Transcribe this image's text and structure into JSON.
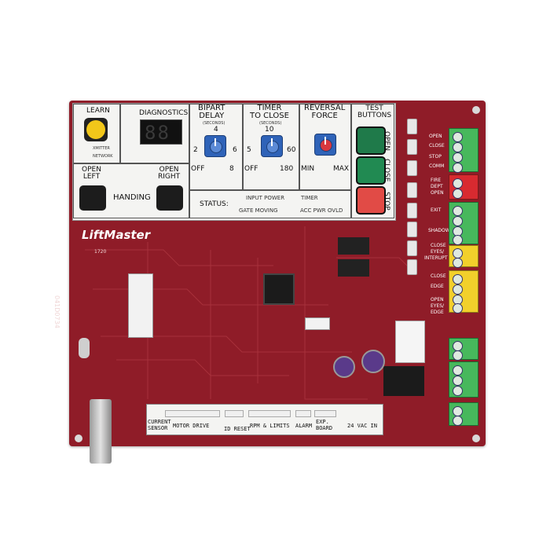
{
  "panel": {
    "learn": "LEARN",
    "xmitter": "XMITTER",
    "network": "NETWORK",
    "diagnostics": "DIAGNOSTICS",
    "digits": "88",
    "bipart_title": "BIPART\nDELAY",
    "bipart_unit": "(SECONDS)",
    "bipart_val": "4",
    "bipart_min": "2",
    "bipart_max": "6",
    "bipart_off": "OFF",
    "bipart_end": "8",
    "timer_title": "TIMER\nTO CLOSE",
    "timer_unit": "(SECONDS)",
    "timer_val": "10",
    "timer_min": "5",
    "timer_max": "60",
    "timer_off": "OFF",
    "timer_end": "180",
    "reversal_title": "REVERSAL\nFORCE",
    "reversal_min": "MIN",
    "reversal_max": "MAX",
    "test_title": "TEST\nBUTTONS",
    "open": "OPEN",
    "close": "CLOSE",
    "stop": "STOP",
    "open_left": "OPEN\nLEFT",
    "open_right": "OPEN\nRIGHT",
    "handing": "HANDING",
    "status": "STATUS:",
    "input_power": "INPUT POWER",
    "timer": "TIMER",
    "gate_moving": "GATE MOVING",
    "acc_pwr_ovld": "ACC PWR OVLD"
  },
  "brand": "LiftMaster",
  "board_id": "041D0734",
  "board_small_id": "1720",
  "terminals": {
    "t1": [
      "OPEN",
      "CLOSE",
      "STOP",
      "COMM"
    ],
    "t2": [
      "FIRE",
      "DEPT",
      "OPEN"
    ],
    "t3": [
      "EXIT",
      "SHADOW"
    ],
    "t4": [
      "CLOSE",
      "EYES/",
      "INTERUPT"
    ],
    "t5": [
      "CLOSE",
      "EDGE"
    ],
    "t6": [
      "OPEN",
      "EYES/",
      "EDGE"
    ]
  },
  "bottom": {
    "current_sensor": "CURRENT\nSENSOR",
    "motor_drive": "MOTOR DRIVE",
    "id_reset": "ID RESET",
    "rpm_limits": "RPM & LIMITS",
    "alarm": "ALARM",
    "exp_board": "EXP.\nBOARD",
    "vac_in": "24 VAC IN"
  },
  "colors": {
    "board_red": "#8f1c28",
    "learn_yellow": "#f2c71a",
    "open_green": "#1f7a4a",
    "close_green": "#218a52",
    "stop_red": "#e14b46",
    "terminal_green": "#47b85c",
    "terminal_yellow": "#f2d02b",
    "terminal_red": "#d82a30"
  }
}
